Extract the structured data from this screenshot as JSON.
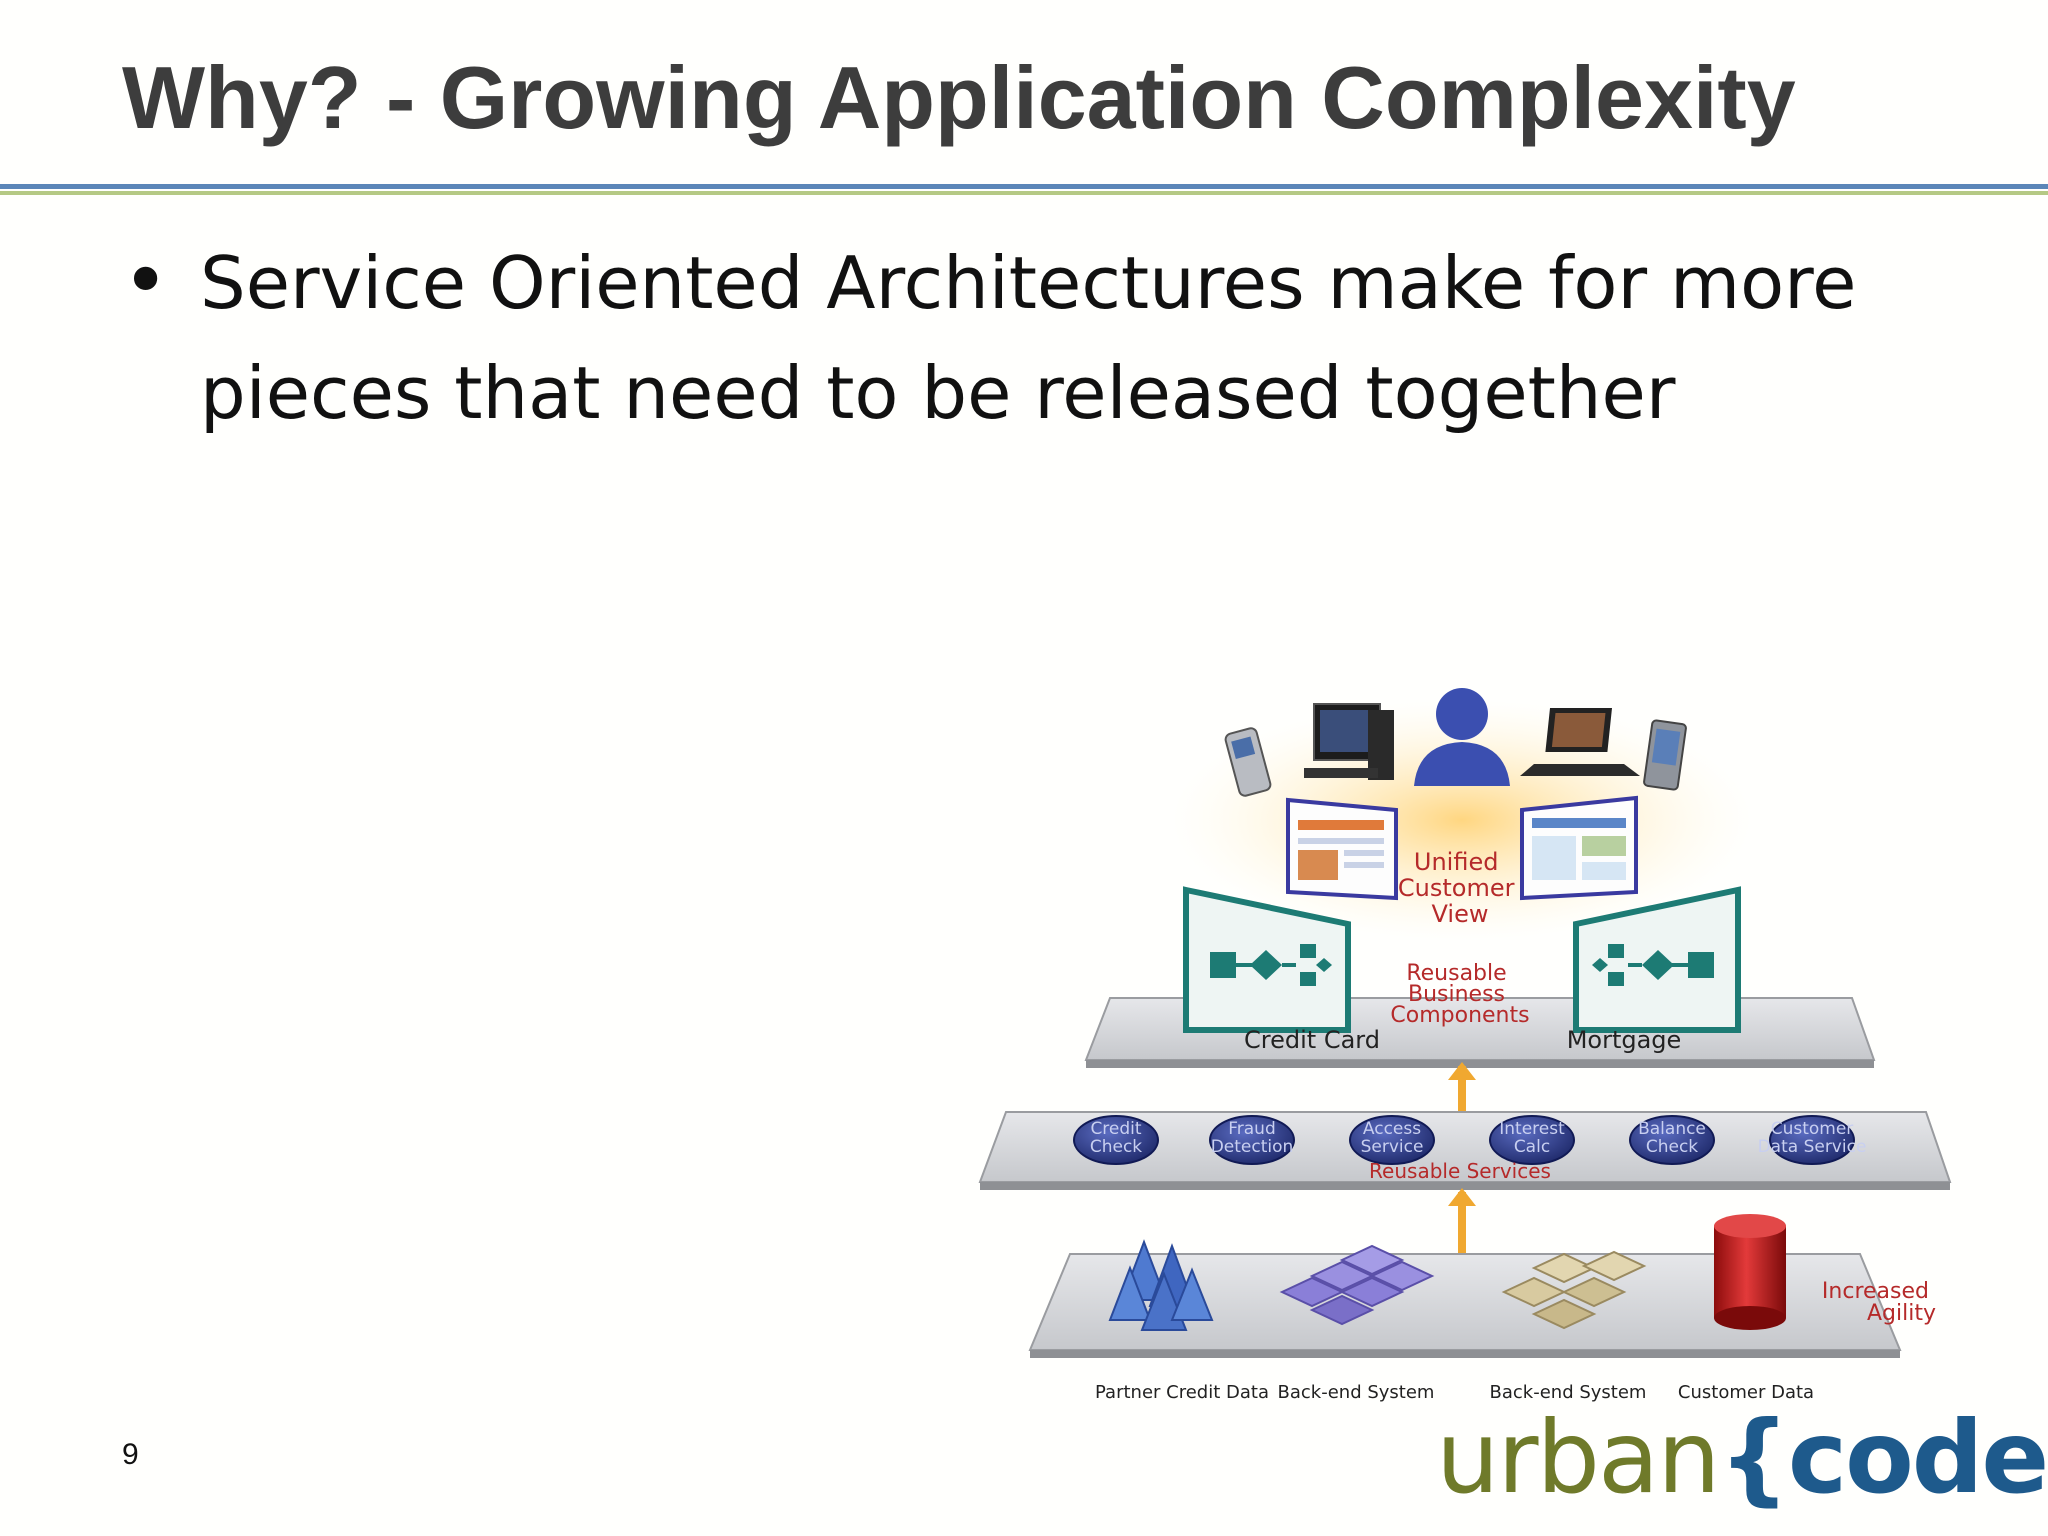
{
  "slide": {
    "title": "Why? - Growing Application Complexity",
    "bullet_line1": "Service Oriented Architectures make for more",
    "bullet_line2": "pieces that need to be released together",
    "page_number": "9"
  },
  "diagram": {
    "top_layer": {
      "label": [
        "Unified",
        "Customer",
        "View"
      ],
      "devices": [
        "phone-icon",
        "desktop-computer-icon",
        "user-icon",
        "laptop-icon",
        "pda-icon"
      ]
    },
    "business_layer": {
      "label": [
        "Reusable",
        "Business",
        "Components"
      ],
      "left_component": "Credit Card",
      "right_component": "Mortgage"
    },
    "services_layer": {
      "label": "Reusable Services",
      "services": [
        [
          "Credit",
          "Check"
        ],
        [
          "Fraud",
          "Detection"
        ],
        [
          "Access",
          "Service"
        ],
        [
          "Interest",
          "Calc"
        ],
        [
          "Balance",
          "Check"
        ],
        [
          "Customer",
          "Data Service"
        ]
      ]
    },
    "data_layer": {
      "captions": [
        "Partner Credit Data",
        "Back-end System",
        "Back-end System",
        "Customer Data"
      ]
    },
    "side_label": [
      "Increased",
      "Agility"
    ],
    "colors": {
      "label_red": "#b52a2a",
      "service_oval": "#2f3d87",
      "platform": "#c9cbcf",
      "arrow": "#f0a830",
      "teal": "#1d7b74"
    }
  },
  "logo": {
    "part1": "urban",
    "part2": "{code}"
  }
}
